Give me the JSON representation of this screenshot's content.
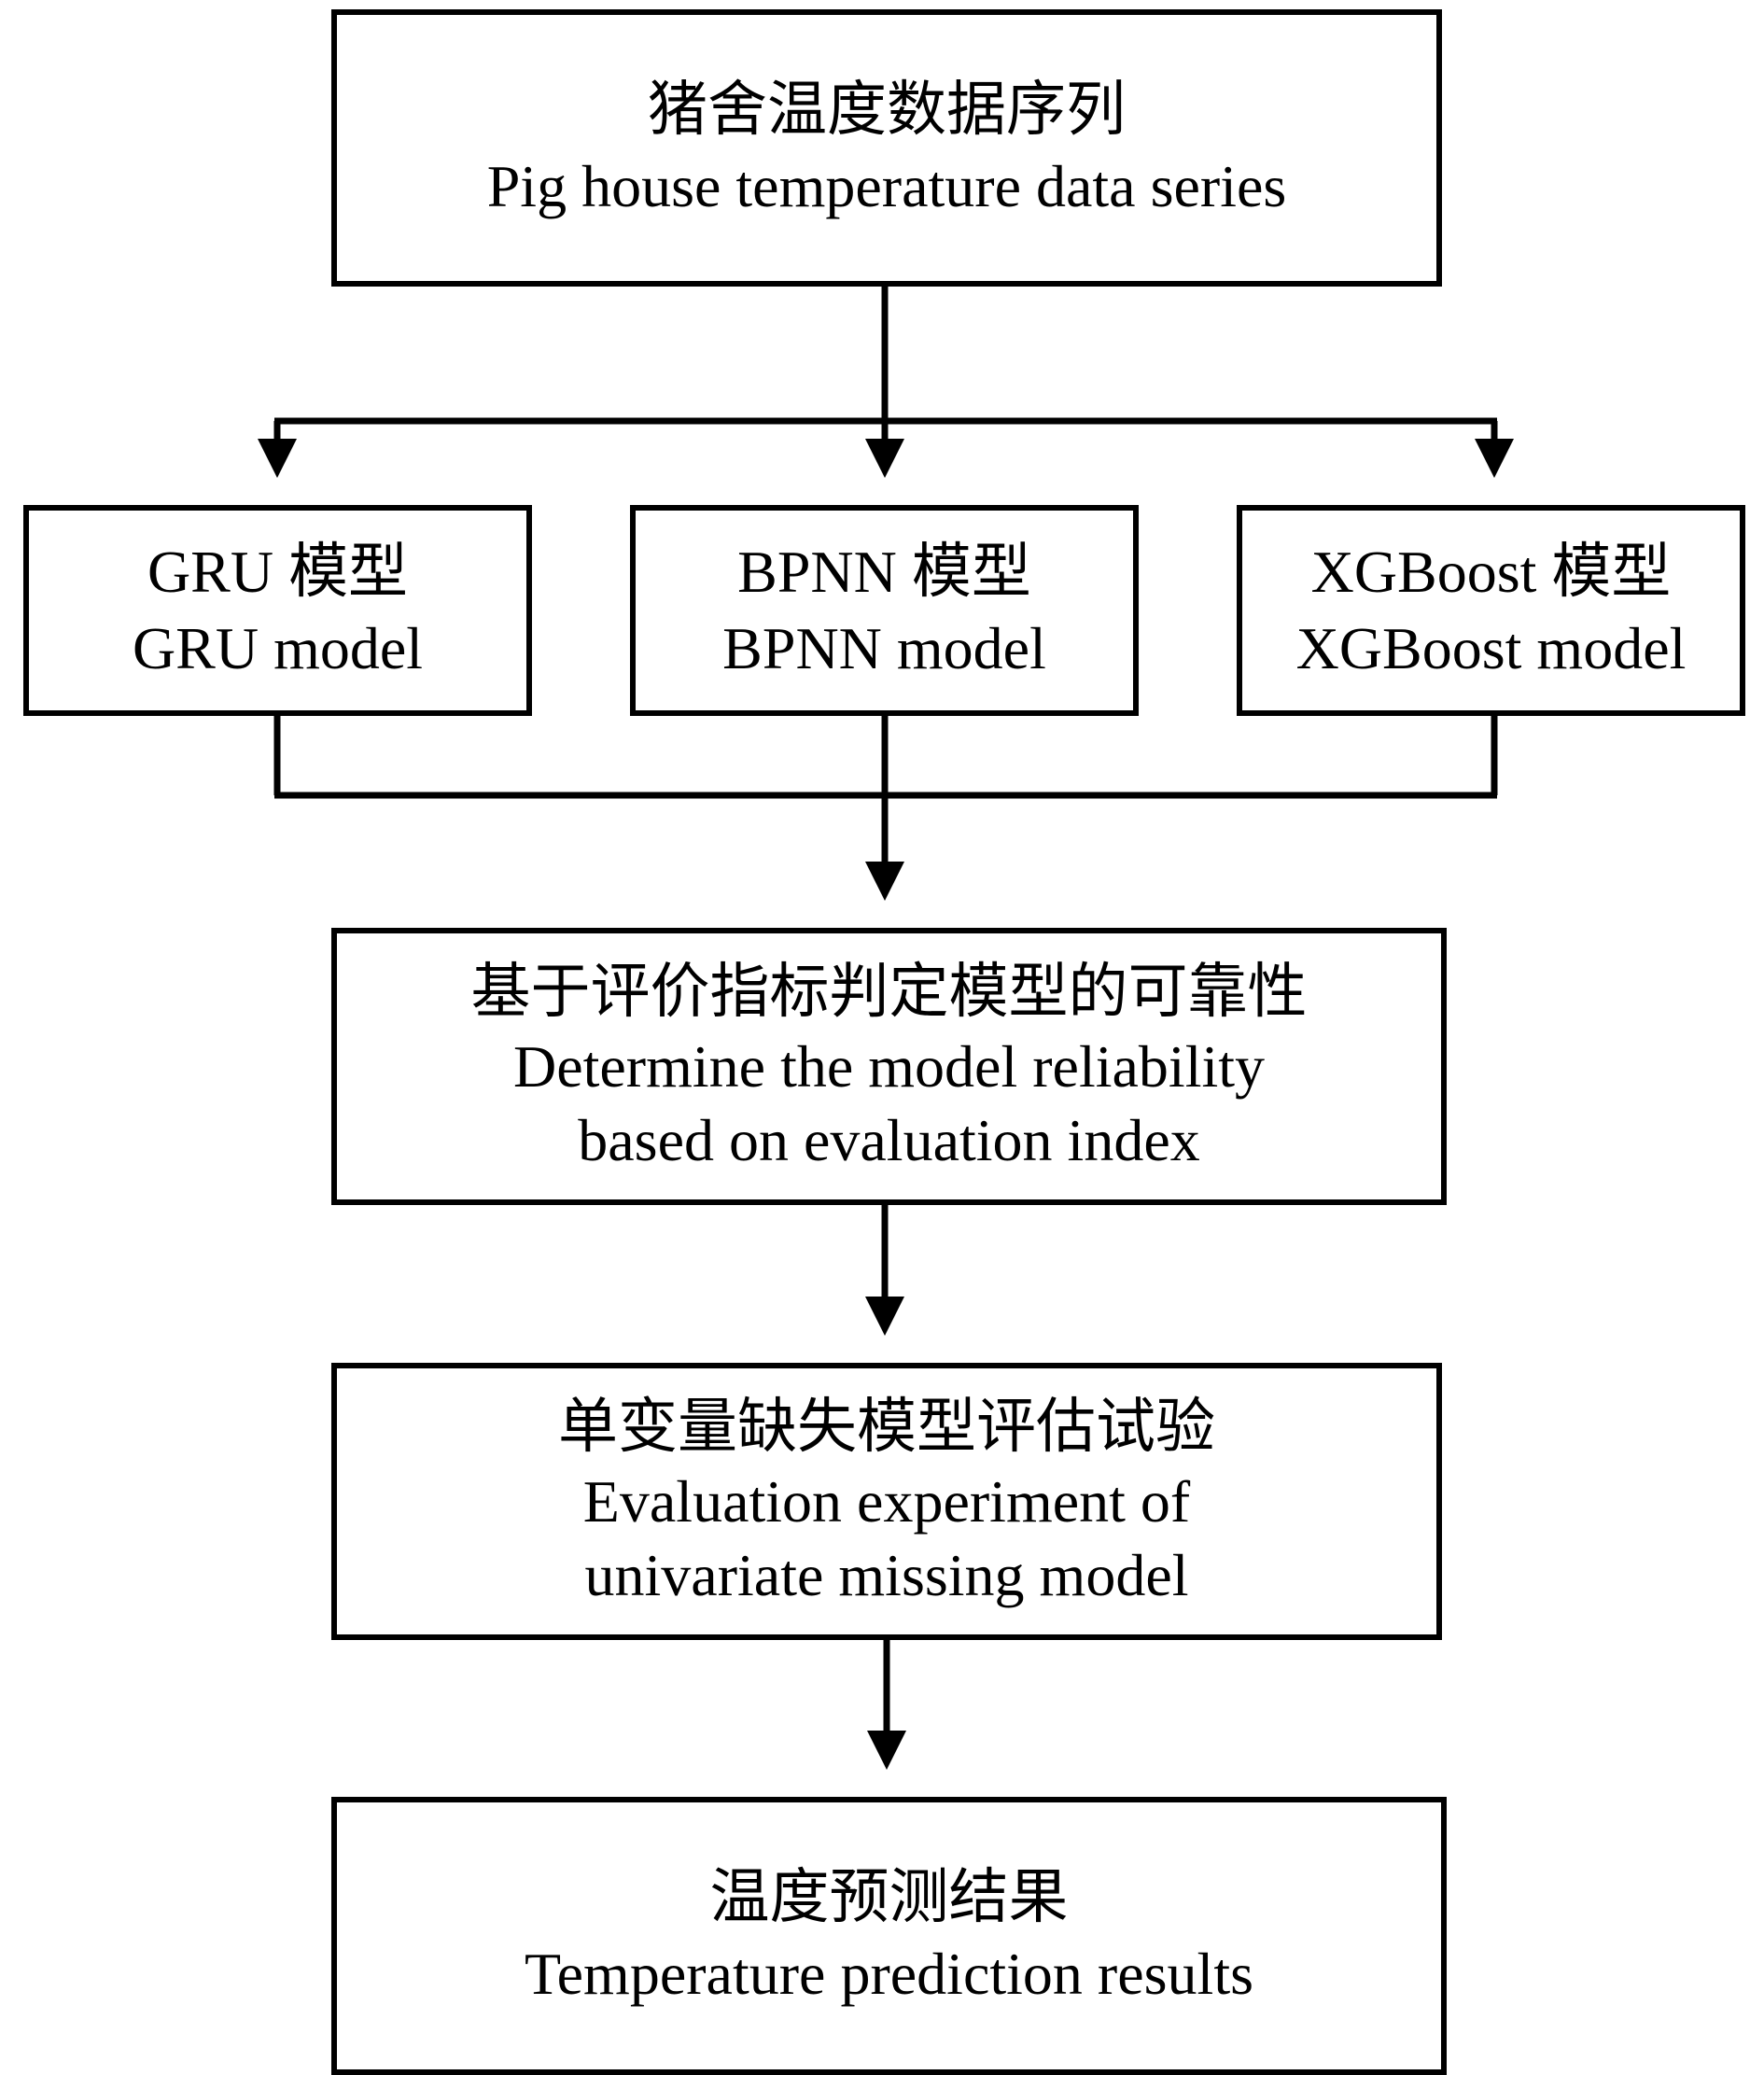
{
  "nodes": {
    "source": {
      "zh": "猪舍温度数据序列",
      "en": "Pig house temperature data series"
    },
    "gru": {
      "zh": "GRU 模型",
      "en": "GRU model"
    },
    "bpnn": {
      "zh": "BPNN 模型",
      "en": "BPNN model"
    },
    "xgboost": {
      "zh": "XGBoost 模型",
      "en": "XGBoost model"
    },
    "evaluation": {
      "zh": "基于评价指标判定模型的可靠性",
      "en_line1": "Determine the model reliability",
      "en_line2": "based on evaluation index"
    },
    "experiment": {
      "zh": "单变量缺失模型评估试验",
      "en_line1": "Evaluation experiment of",
      "en_line2": "univariate missing model"
    },
    "result": {
      "zh": "温度预测结果",
      "en": "Temperature prediction results"
    }
  },
  "colors": {
    "stroke": "#000000",
    "background": "#ffffff"
  }
}
